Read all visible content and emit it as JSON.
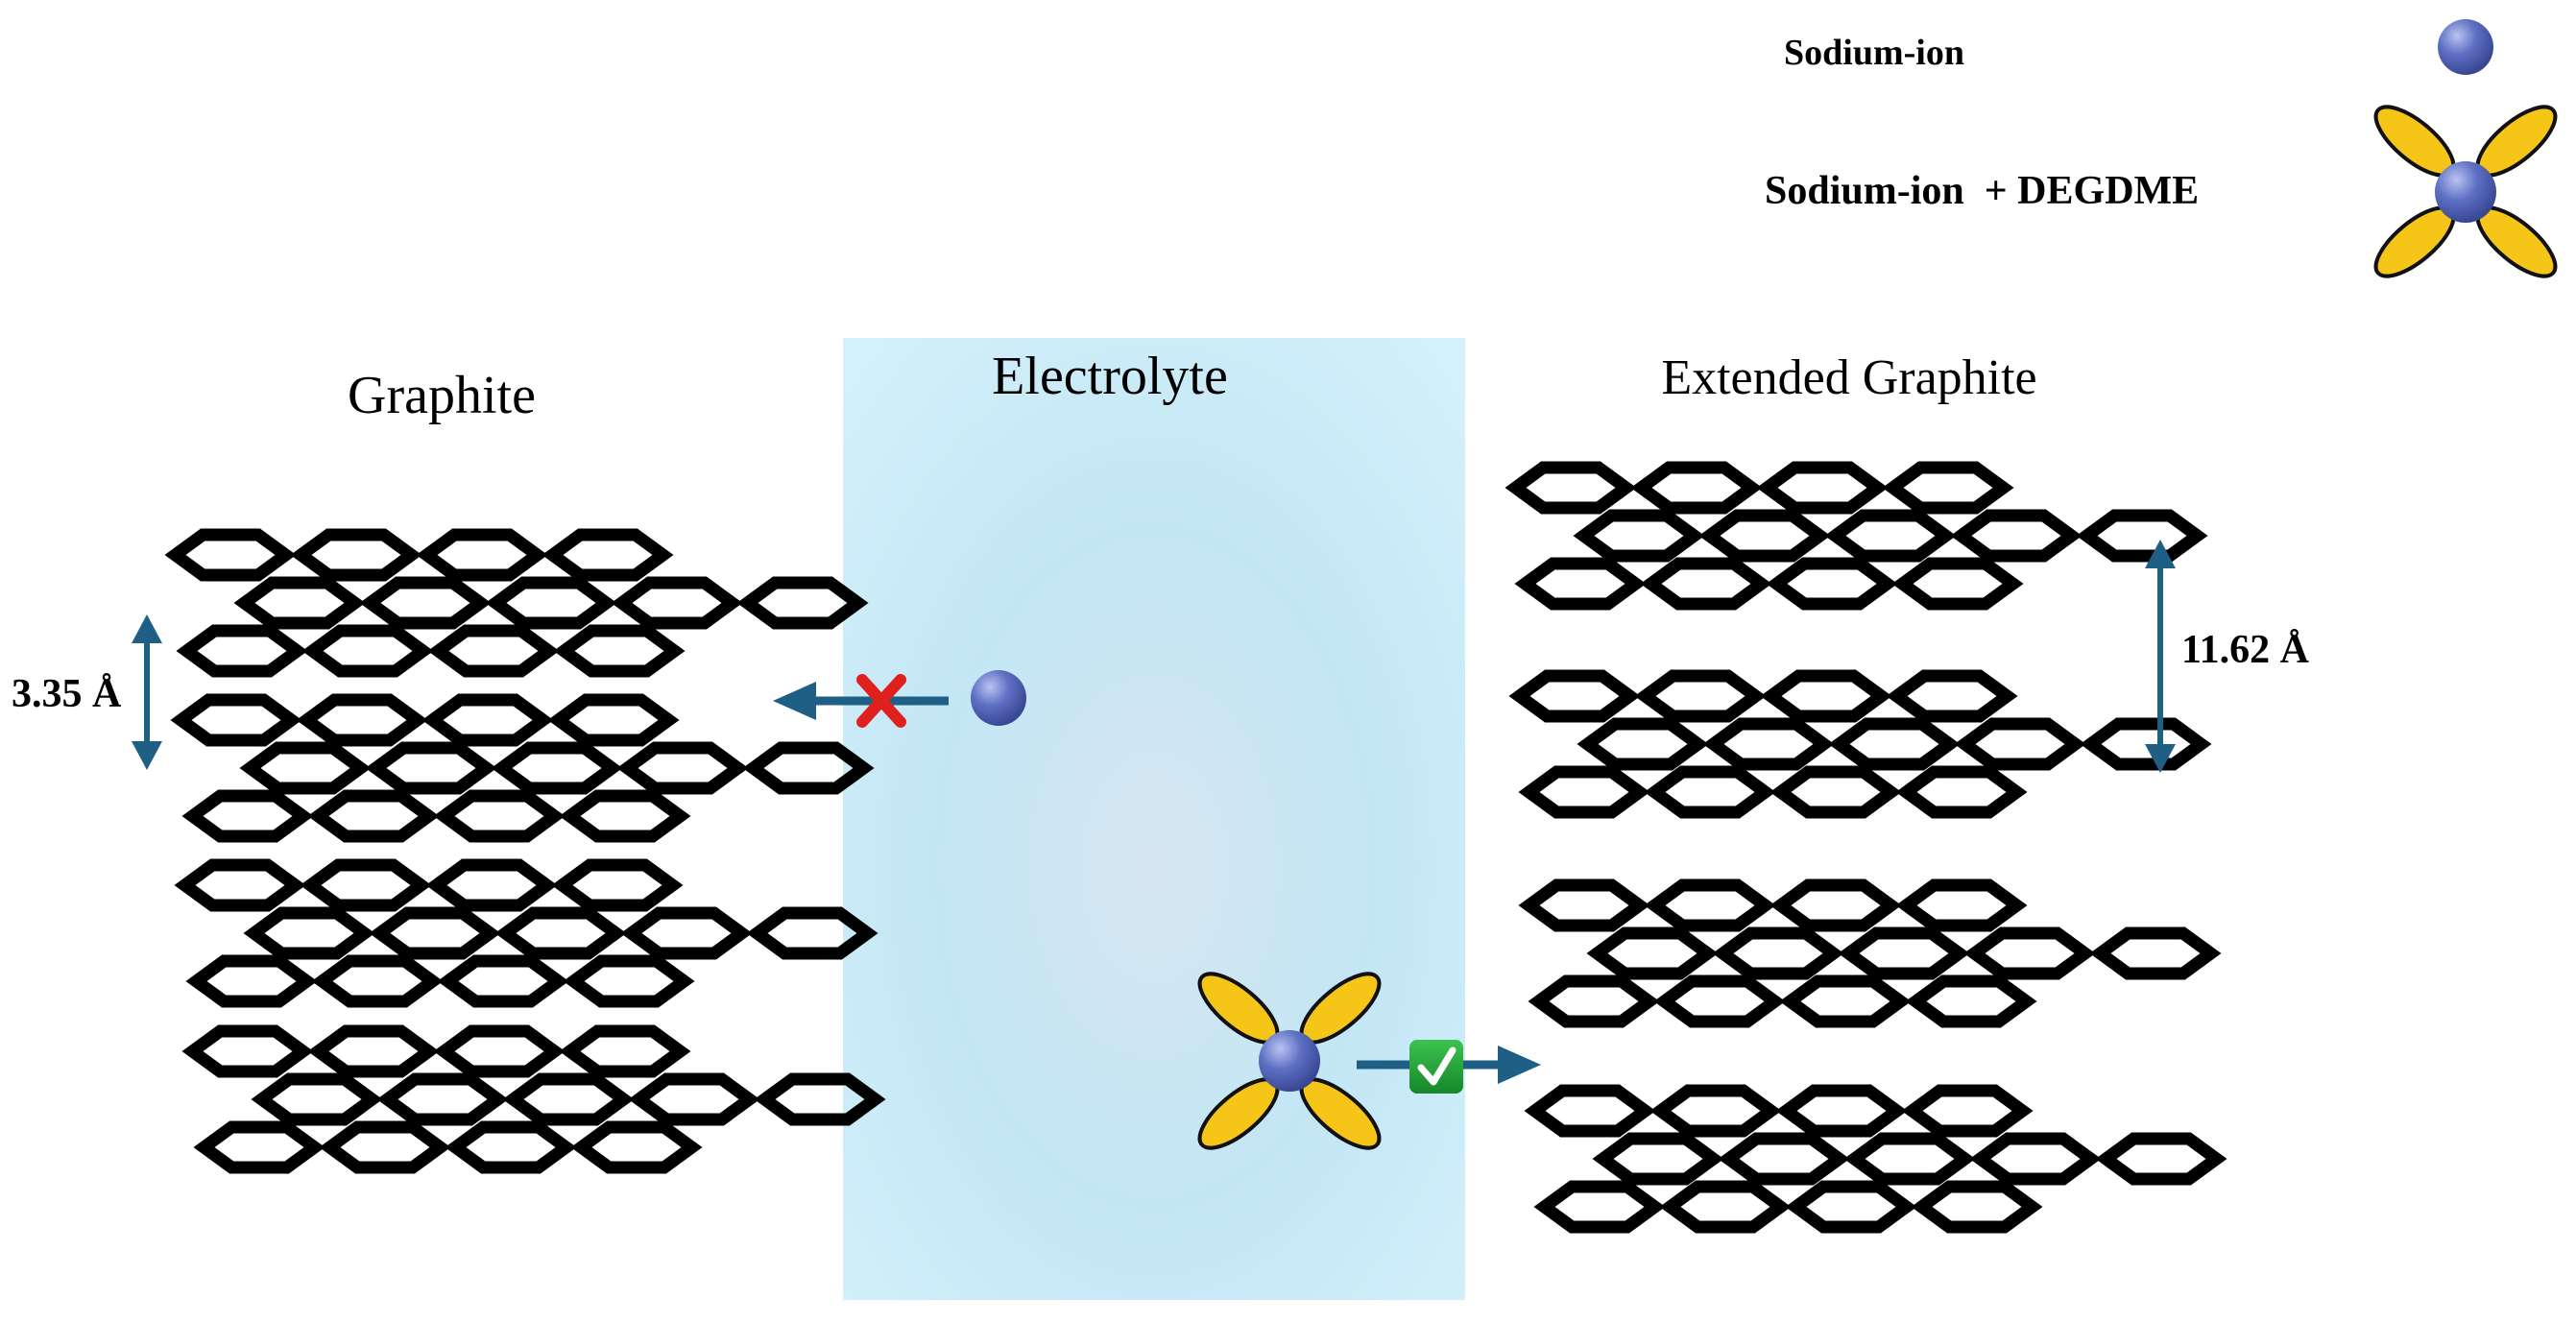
{
  "legend": {
    "sodium_ion": "Sodium-ion",
    "sodium_ion_degdme": "Sodium-ion  + DEGDME"
  },
  "panels": {
    "graphite": "Graphite",
    "electrolyte": "Electrolyte",
    "extended_graphite": "Extended Graphite"
  },
  "spacings": {
    "graphite": "3.35 Å",
    "extended_graphite": "11.62 Å"
  },
  "colors": {
    "ion": "#4a5cb0",
    "ion_highlight": "#a9b6ea",
    "solvent": "#f5c518",
    "arrow": "#1f5f86",
    "blocked": "#e0201c",
    "allowed": "#22a336",
    "electrolyte_light": "#cfeffb",
    "electrolyte_mid": "#b7e1f3"
  },
  "icons": {
    "blocked": "cross-icon",
    "allowed": "check-icon"
  }
}
